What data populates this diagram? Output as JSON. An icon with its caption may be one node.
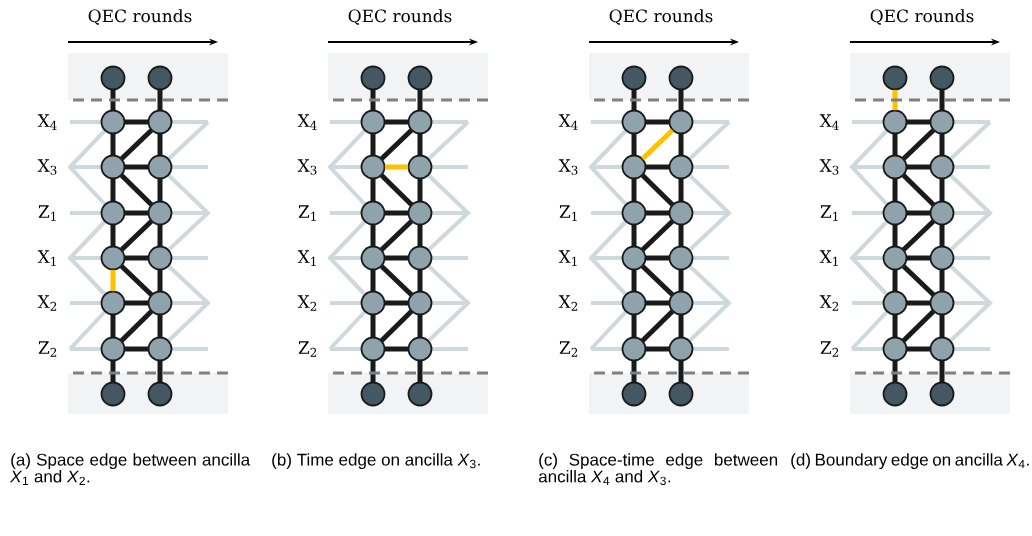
{
  "diagram": {
    "nodes": [
      {
        "text": [],
        "shape": "circle"
      },
      {
        "text": [],
        "shape": "circle"
      },
      {
        "text": [],
        "shape": "circle"
      },
      {
        "text": [],
        "shape": "circle"
      },
      {
        "text": [],
        "shape": "circle"
      },
      {
        "text": [],
        "shape": "circle"
      },
      {
        "text": [],
        "shape": "circle"
      },
      {
        "text": [],
        "shape": "circle"
      },
      {
        "text": [],
        "shape": "circle"
      },
      {
        "text": [],
        "shape": "circle"
      },
      {
        "text": [],
        "shape": "circle"
      },
      {
        "text": [],
        "shape": "circle"
      },
      {
        "text": [],
        "shape": "circle"
      },
      {
        "text": [],
        "shape": "circle"
      },
      {
        "text": [],
        "shape": "circle"
      },
      {
        "text": [],
        "shape": "circle"
      },
      {
        "text": [],
        "shape": "circle"
      },
      {
        "text": [],
        "shape": "circle"
      },
      {
        "text": [],
        "shape": "circle"
      },
      {
        "text": [],
        "shape": "circle"
      },
      {
        "text": [],
        "shape": "circle"
      },
      {
        "text": [],
        "shape": "circle"
      },
      {
        "text": [],
        "shape": "circle"
      },
      {
        "text": [],
        "shape": "circle"
      },
      {
        "text": [],
        "shape": "circle"
      },
      {
        "text": [],
        "shape": "circle"
      },
      {
        "text": [],
        "shape": "circle"
      },
      {
        "text": [],
        "shape": "circle"
      },
      {
        "text": [],
        "shape": "circle"
      },
      {
        "text": [],
        "shape": "circle"
      },
      {
        "text": [],
        "shape": "circle"
      },
      {
        "text": [],
        "shape": "circle"
      },
      {
        "text": [],
        "shape": "circle"
      },
      {
        "text": [],
        "shape": "circle"
      },
      {
        "text": [],
        "shape": "circle"
      },
      {
        "text": [],
        "shape": "circle"
      },
      {
        "text": [],
        "shape": "circle"
      },
      {
        "text": [],
        "shape": "circle"
      },
      {
        "text": [],
        "shape": "circle"
      },
      {
        "text": [],
        "shape": "circle"
      },
      {
        "text": [],
        "shape": "circle"
      },
      {
        "text": [],
        "shape": "circle"
      },
      {
        "text": [],
        "shape": "circle"
      },
      {
        "text": [],
        "shape": "circle"
      },
      {
        "text": [],
        "shape": "circle"
      },
      {
        "text": [],
        "shape": "circle"
      },
      {
        "text": [],
        "shape": "circle"
      },
      {
        "text": [],
        "shape": "circle"
      },
      {
        "text": [],
        "shape": "circle"
      },
      {
        "text": [],
        "shape": "circle"
      },
      {
        "text": [],
        "shape": "circle"
      },
      {
        "text": [],
        "shape": "circle"
      },
      {
        "text": [],
        "shape": "circle"
      },
      {
        "text": [],
        "shape": "circle"
      },
      {
        "text": [],
        "shape": "circle"
      },
      {
        "text": [],
        "shape": "circle"
      },
      {
        "text": [],
        "shape": "circle"
      },
      {
        "text": [],
        "shape": "circle"
      },
      {
        "text": [],
        "shape": "circle"
      },
      {
        "text": [],
        "shape": "circle"
      },
      {
        "text": [],
        "shape": "circle"
      },
      {
        "text": [],
        "shape": "circle"
      },
      {
        "text": [],
        "shape": "circle"
      },
      {
        "text": [],
        "shape": "circle"
      }
    ],
    "edges": [
      {
        "from": 0,
        "to": 2,
        "arrow": "none"
      },
      {
        "from": 2,
        "to": 4,
        "arrow": "none"
      },
      {
        "from": 4,
        "to": 6,
        "arrow": "none"
      },
      {
        "from": 6,
        "to": 8,
        "arrow": "none"
      },
      {
        "from": 8,
        "to": 10,
        "arrow": "none",
        "color": "#ffc000"
      },
      {
        "from": 10,
        "to": 12,
        "arrow": "none"
      },
      {
        "from": 12,
        "to": 14,
        "arrow": "none"
      },
      {
        "from": 1,
        "to": 3,
        "arrow": "none"
      },
      {
        "from": 3,
        "to": 5,
        "arrow": "none"
      },
      {
        "from": 5,
        "to": 7,
        "arrow": "none"
      },
      {
        "from": 7,
        "to": 9,
        "arrow": "none"
      },
      {
        "from": 9,
        "to": 11,
        "arrow": "none"
      },
      {
        "from": 11,
        "to": 13,
        "arrow": "none"
      },
      {
        "from": 13,
        "to": 15,
        "arrow": "none"
      },
      {
        "from": 2,
        "to": 3,
        "arrow": "none"
      },
      {
        "from": 4,
        "to": 5,
        "arrow": "none"
      },
      {
        "from": 6,
        "to": 7,
        "arrow": "none"
      },
      {
        "from": 8,
        "to": 9,
        "arrow": "none"
      },
      {
        "from": 10,
        "to": 11,
        "arrow": "none"
      },
      {
        "from": 12,
        "to": 13,
        "arrow": "none"
      },
      {
        "from": 3,
        "to": 4,
        "arrow": "none"
      },
      {
        "from": 4,
        "to": 7,
        "arrow": "none"
      },
      {
        "from": 7,
        "to": 8,
        "arrow": "none"
      },
      {
        "from": 8,
        "to": 11,
        "arrow": "none"
      },
      {
        "from": 11,
        "to": 12,
        "arrow": "none"
      },
      {
        "from": 16,
        "to": 18,
        "arrow": "none"
      },
      {
        "from": 18,
        "to": 20,
        "arrow": "none"
      },
      {
        "from": 20,
        "to": 22,
        "arrow": "none"
      },
      {
        "from": 22,
        "to": 24,
        "arrow": "none"
      },
      {
        "from": 24,
        "to": 26,
        "arrow": "none"
      },
      {
        "from": 26,
        "to": 28,
        "arrow": "none"
      },
      {
        "from": 28,
        "to": 30,
        "arrow": "none"
      },
      {
        "from": 17,
        "to": 19,
        "arrow": "none"
      },
      {
        "from": 19,
        "to": 21,
        "arrow": "none"
      },
      {
        "from": 21,
        "to": 23,
        "arrow": "none"
      },
      {
        "from": 23,
        "to": 25,
        "arrow": "none"
      },
      {
        "from": 25,
        "to": 27,
        "arrow": "none"
      },
      {
        "from": 27,
        "to": 29,
        "arrow": "none"
      },
      {
        "from": 29,
        "to": 31,
        "arrow": "none"
      },
      {
        "from": 18,
        "to": 19,
        "arrow": "none"
      },
      {
        "from": 20,
        "to": 21,
        "arrow": "none",
        "color": "#ffc000"
      },
      {
        "from": 22,
        "to": 23,
        "arrow": "none"
      },
      {
        "from": 24,
        "to": 25,
        "arrow": "none"
      },
      {
        "from": 26,
        "to": 27,
        "arrow": "none"
      },
      {
        "from": 28,
        "to": 29,
        "arrow": "none"
      },
      {
        "from": 19,
        "to": 20,
        "arrow": "none"
      },
      {
        "from": 20,
        "to": 23,
        "arrow": "none"
      },
      {
        "from": 23,
        "to": 24,
        "arrow": "none"
      },
      {
        "from": 24,
        "to": 27,
        "arrow": "none"
      },
      {
        "from": 27,
        "to": 28,
        "arrow": "none"
      },
      {
        "from": 32,
        "to": 34,
        "arrow": "none"
      },
      {
        "from": 34,
        "to": 36,
        "arrow": "none"
      },
      {
        "from": 36,
        "to": 38,
        "arrow": "none"
      },
      {
        "from": 38,
        "to": 40,
        "arrow": "none"
      },
      {
        "from": 40,
        "to": 42,
        "arrow": "none"
      },
      {
        "from": 42,
        "to": 44,
        "arrow": "none"
      },
      {
        "from": 44,
        "to": 46,
        "arrow": "none"
      },
      {
        "from": 33,
        "to": 35,
        "arrow": "none"
      },
      {
        "from": 35,
        "to": 37,
        "arrow": "none"
      },
      {
        "from": 37,
        "to": 39,
        "arrow": "none"
      },
      {
        "from": 39,
        "to": 41,
        "arrow": "none"
      },
      {
        "from": 41,
        "to": 43,
        "arrow": "none"
      },
      {
        "from": 43,
        "to": 45,
        "arrow": "none"
      },
      {
        "from": 45,
        "to": 47,
        "arrow": "none"
      },
      {
        "from": 34,
        "to": 35,
        "arrow": "none"
      },
      {
        "from": 36,
        "to": 37,
        "arrow": "none"
      },
      {
        "from": 38,
        "to": 39,
        "arrow": "none"
      },
      {
        "from": 40,
        "to": 41,
        "arrow": "none"
      },
      {
        "from": 42,
        "to": 43,
        "arrow": "none"
      },
      {
        "from": 44,
        "to": 45,
        "arrow": "none"
      },
      {
        "from": 35,
        "to": 36,
        "arrow": "none",
        "color": "#ffc000"
      },
      {
        "from": 36,
        "to": 39,
        "arrow": "none"
      },
      {
        "from": 39,
        "to": 40,
        "arrow": "none"
      },
      {
        "from": 40,
        "to": 43,
        "arrow": "none"
      },
      {
        "from": 43,
        "to": 44,
        "arrow": "none"
      },
      {
        "from": 48,
        "to": 50,
        "arrow": "none",
        "color": "#ffc000"
      },
      {
        "from": 50,
        "to": 52,
        "arrow": "none"
      },
      {
        "from": 52,
        "to": 54,
        "arrow": "none"
      },
      {
        "from": 54,
        "to": 56,
        "arrow": "none"
      },
      {
        "from": 56,
        "to": 58,
        "arrow": "none"
      },
      {
        "from": 58,
        "to": 60,
        "arrow": "none"
      },
      {
        "from": 60,
        "to": 62,
        "arrow": "none"
      },
      {
        "from": 49,
        "to": 51,
        "arrow": "none"
      },
      {
        "from": 51,
        "to": 53,
        "arrow": "none"
      },
      {
        "from": 53,
        "to": 55,
        "arrow": "none"
      },
      {
        "from": 55,
        "to": 57,
        "arrow": "none"
      },
      {
        "from": 57,
        "to": 59,
        "arrow": "none"
      },
      {
        "from": 59,
        "to": 61,
        "arrow": "none"
      },
      {
        "from": 61,
        "to": 63,
        "arrow": "none"
      },
      {
        "from": 50,
        "to": 51,
        "arrow": "none"
      },
      {
        "from": 52,
        "to": 53,
        "arrow": "none"
      },
      {
        "from": 54,
        "to": 55,
        "arrow": "none"
      },
      {
        "from": 56,
        "to": 57,
        "arrow": "none"
      },
      {
        "from": 58,
        "to": 59,
        "arrow": "none"
      },
      {
        "from": 60,
        "to": 61,
        "arrow": "none"
      },
      {
        "from": 51,
        "to": 52,
        "arrow": "none"
      },
      {
        "from": 52,
        "to": 55,
        "arrow": "none"
      },
      {
        "from": 55,
        "to": 56,
        "arrow": "none"
      },
      {
        "from": 56,
        "to": 59,
        "arrow": "none"
      },
      {
        "from": 59,
        "to": 60,
        "arrow": "none"
      }
    ],
    "labels": [
      "QEC rounds",
      "X$_{4}$",
      "X$_{3}$",
      "Z$_{1}$",
      "X$_{1}$",
      "X$_{2}$",
      "Z$_{2}$",
      "QEC rounds",
      "X$_{4}$",
      "X$_{3}$",
      "Z$_{1}$",
      "X$_{1}$",
      "X$_{2}$",
      "Z$_{2}$",
      "QEC rounds",
      "X$_{4}$",
      "X$_{3}$",
      "Z$_{1}$",
      "X$_{1}$",
      "X$_{2}$",
      "Z$_{2}$",
      "QEC rounds",
      "X$_{4}$",
      "X$_{3}$",
      "Z$_{1}$",
      "X$_{1}$",
      "X$_{2}$",
      "Z$_{2}$",
      "(a) Space edge between ancilla *X*$_{1}$ and *X*$_{2}$.",
      "(b) Time edge on ancilla *X*$_{3}$.",
      "(c) Space-time edge between ancilla *X*$_{4}$ and *X*$_{3}$.",
      "(d) Boundary edge on ancilla *X*$_{4}$."
    ]
  }
}
